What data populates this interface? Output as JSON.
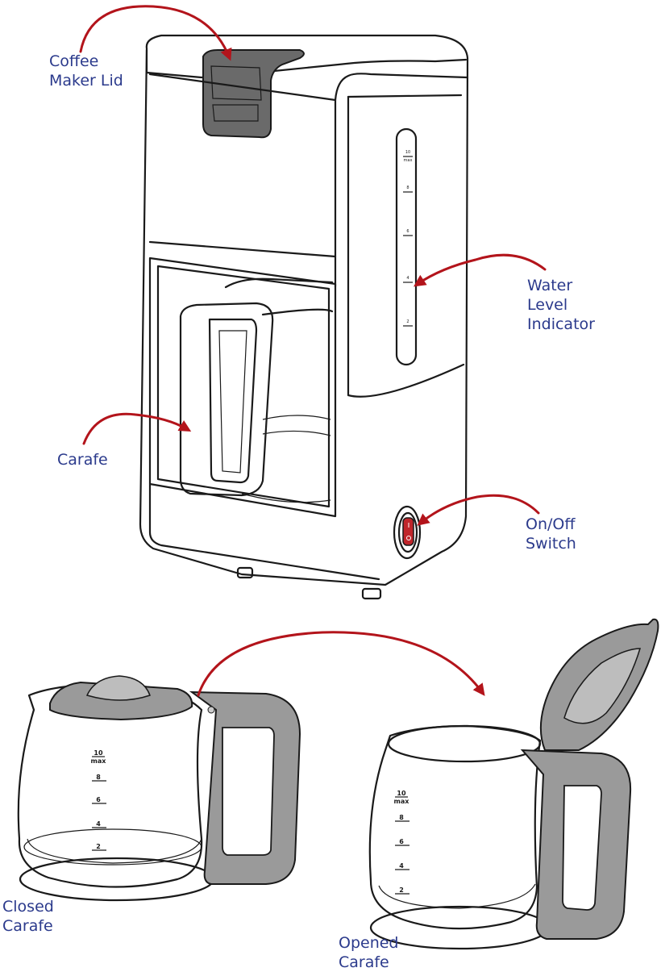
{
  "labels": {
    "coffee_maker_lid": [
      "Coffee",
      "Maker Lid"
    ],
    "water_level_indicator": [
      "Water",
      "Level",
      "Indicator"
    ],
    "carafe": [
      "Carafe"
    ],
    "on_off_switch": [
      "On/Off",
      "Switch"
    ],
    "closed_carafe": [
      "Closed",
      "Carafe"
    ],
    "opened_carafe": [
      "Opened",
      "Carafe"
    ]
  },
  "water_scale": [
    "10",
    "max",
    "8",
    "6",
    "4",
    "2"
  ],
  "carafe_scale": [
    "10",
    "max",
    "8",
    "6",
    "4",
    "2"
  ],
  "colors": {
    "label_text": "#2b3a8c",
    "arrow": "#b3141b",
    "switch": "#c0262b",
    "handle_gray": "#9a9a9a",
    "lid_dark": "#555555"
  }
}
